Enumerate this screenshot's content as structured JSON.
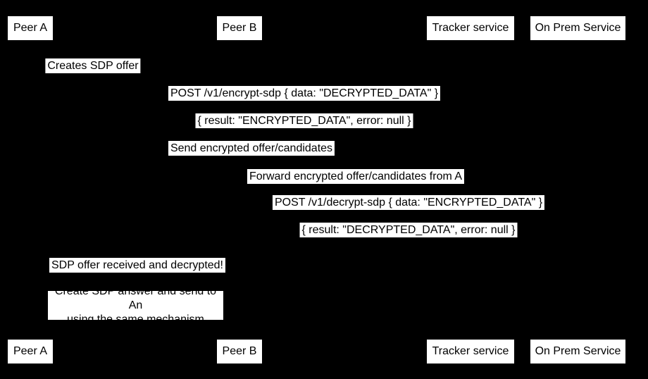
{
  "diagram": {
    "type": "sequence-diagram",
    "background_color": "#000000",
    "box_fill_color": "#ffffff",
    "text_color": "#000000"
  },
  "actors": [
    {
      "label": "Peer A"
    },
    {
      "label": "Peer B"
    },
    {
      "label": "Tracker service"
    },
    {
      "label": "On Prem Service"
    }
  ],
  "messages": [
    {
      "text": "Creates SDP offer"
    },
    {
      "text": "POST /v1/encrypt-sdp { data: \"DECRYPTED_DATA\" }"
    },
    {
      "text": "{ result: \"ENCRYPTED_DATA\", error: null }"
    },
    {
      "text": "Send encrypted offer/candidates"
    },
    {
      "text": "Forward encrypted offer/candidates from A"
    },
    {
      "text": "POST /v1/decrypt-sdp { data: \"ENCRYPTED_DATA\" }"
    },
    {
      "text": "{ result: \"DECRYPTED_DATA\", error: null }"
    },
    {
      "text": "SDP offer received and decrypted!"
    }
  ],
  "note": {
    "line1": "Create SDP answer and send to An",
    "line2": "using the same mechanism"
  }
}
